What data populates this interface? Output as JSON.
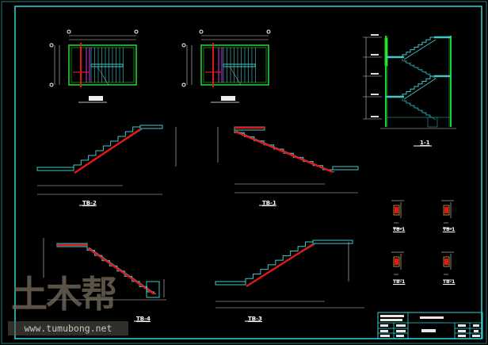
{
  "drawing": {
    "sections": {
      "section_1_1": "1-1",
      "tb1": "TB-1",
      "tb2": "TB-2",
      "tb3": "TB-3",
      "tb4": "TB-4"
    },
    "details": [
      "TB-1",
      "TB-1",
      "TB-1",
      "TB-1"
    ]
  },
  "watermark": {
    "logo": "土木帮",
    "url": "www.tumubong.net"
  },
  "colors": {
    "frame": "#33d6d6",
    "wall": "#22cc33",
    "rebar": "#e01818",
    "stair": "#40c8c8",
    "dim": "#d0d0d0",
    "purple": "#b030c0"
  }
}
